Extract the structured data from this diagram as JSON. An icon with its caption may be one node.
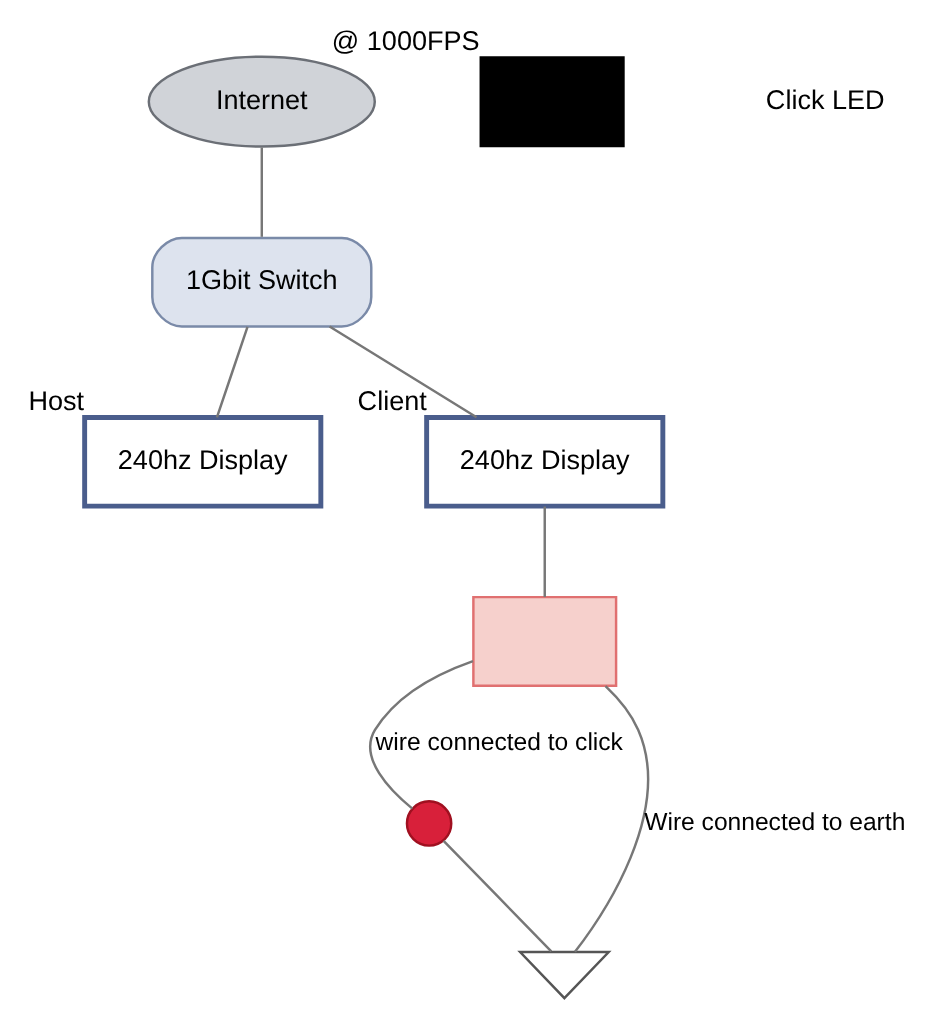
{
  "diagram": {
    "nodes": [
      {
        "text": [
          "Internet"
        ]
      },
      {
        "text": [
          "1Gbit Switch"
        ]
      },
      {
        "text": [
          "240hz Display"
        ],
        "beside": [
          "Host"
        ]
      },
      {
        "text": [
          "240hz Display"
        ],
        "beside": [
          "Client"
        ]
      },
      {
        "text": [],
        "shape": "box"
      },
      {
        "text": [],
        "shape": "circle"
      },
      {
        "text": [],
        "shape": "ground"
      },
      {
        "text": [],
        "shape": "box",
        "beside": [
          "@ 1000FPS"
        ]
      }
    ],
    "edges": [
      {
        "from": 0,
        "to": 1,
        "arrow": "none"
      },
      {
        "from": 1,
        "to": 2,
        "arrow": "none"
      },
      {
        "from": 1,
        "to": 3,
        "arrow": "none"
      },
      {
        "from": 3,
        "to": 4,
        "arrow": "none"
      },
      {
        "from": 4,
        "to": 5,
        "label": "wire connected to click",
        "arrow": "none"
      },
      {
        "from": 5,
        "to": 6,
        "arrow": "none"
      },
      {
        "from": 4,
        "to": 6,
        "label": "Wire connected to earth",
        "arrow": "none"
      }
    ],
    "labels": [
      "Click LED"
    ]
  }
}
